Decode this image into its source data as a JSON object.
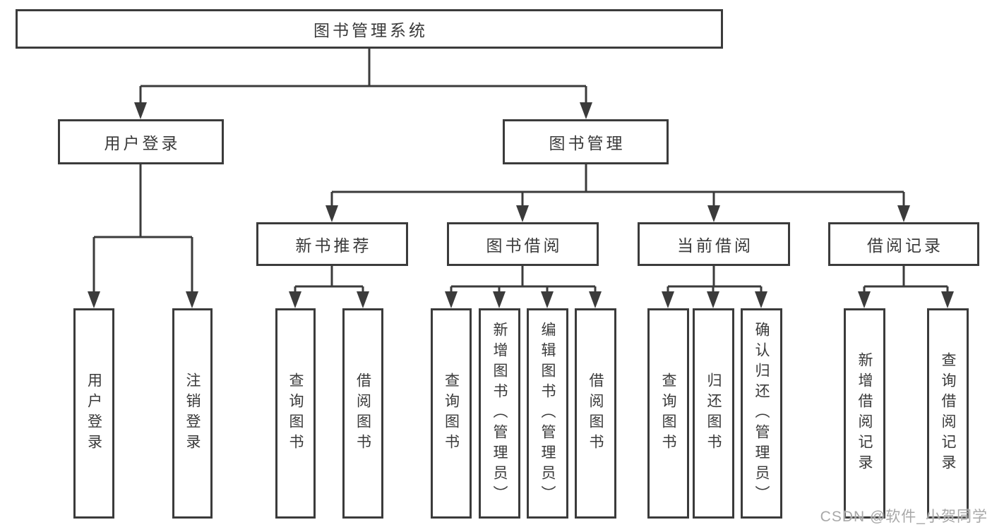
{
  "diagram_title": "图书管理系统",
  "nodes": {
    "root": {
      "label": "图书管理系统"
    },
    "l2": [
      {
        "label": "用户登录"
      },
      {
        "label": "图书管理"
      }
    ],
    "l3": [
      {
        "label": "新书推荐"
      },
      {
        "label": "图书借阅"
      },
      {
        "label": "当前借阅"
      },
      {
        "label": "借阅记录"
      }
    ],
    "l4": [
      {
        "label": "用户登录"
      },
      {
        "label": "注销登录"
      },
      {
        "label": "查询图书"
      },
      {
        "label": "借阅图书"
      },
      {
        "label": "查询图书"
      },
      {
        "label": "新增图书（管理员）"
      },
      {
        "label": "编辑图书（管理员）"
      },
      {
        "label": "借阅图书"
      },
      {
        "label": "查询图书"
      },
      {
        "label": "归还图书"
      },
      {
        "label": "确认归还（管理员）"
      },
      {
        "label": "新增借阅记录"
      },
      {
        "label": "查询借阅记录"
      }
    ]
  },
  "watermark": "CSDN @软件_小贺同学",
  "colors": {
    "line": "#3b3b3b",
    "text": "#3a3a3a",
    "watermark": "#a8a8a8",
    "background": "#ffffff"
  }
}
